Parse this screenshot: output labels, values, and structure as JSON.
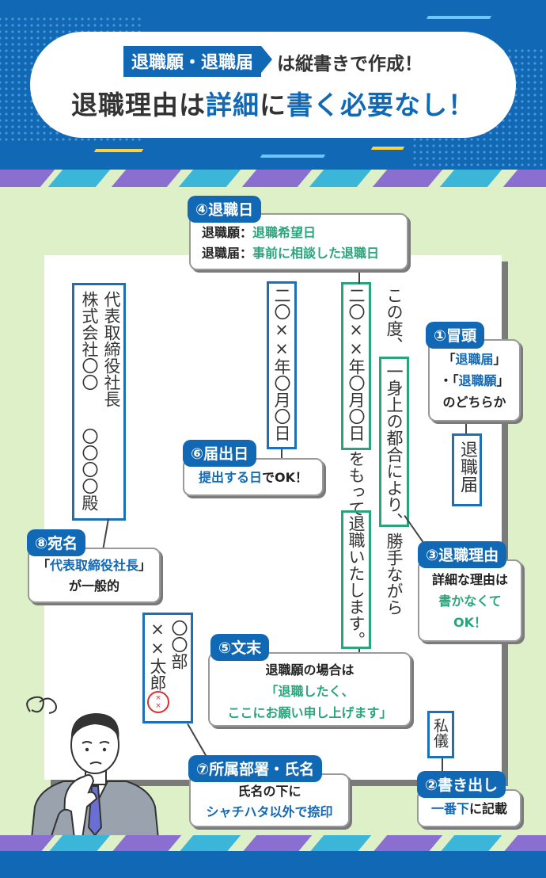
{
  "header": {
    "tag": "退職願・退職届",
    "line1_rest": "は縦書きで作成！",
    "line2_a": "退職理由は",
    "line2_b": "詳細",
    "line2_c": "に",
    "line2_d": "書く必要なし！"
  },
  "letter": {
    "company": "株式会社〇〇",
    "president": "代表取締役社長",
    "president_name": "〇〇〇〇殿",
    "date_submit": "二〇××年〇月〇日",
    "date_leave": "二〇××年〇月〇日",
    "phrase_a": "をもって",
    "phrase_b": "退職いたします。",
    "opening": "この度、",
    "reason": "一身上の都合により、",
    "reason_tail": "勝手ながら",
    "title": "退職届",
    "self": "私儀",
    "dept": "〇〇部",
    "name": "××太郎",
    "seal": "××"
  },
  "callouts": {
    "c1": {
      "label": "①冒頭",
      "l1a": "「",
      "l1b": "退職届",
      "l1c": "」",
      "l2a": "・「",
      "l2b": "退職願",
      "l2c": "」",
      "l3": "のどちらか"
    },
    "c2": {
      "label": "②書き出し",
      "a": "一番下",
      "b": "に記載"
    },
    "c3": {
      "label": "③退職理由",
      "l1": "詳細な理由は",
      "l2": "書かなくて",
      "l3": "OK！"
    },
    "c4": {
      "label": "④退職日",
      "r1k": "退職願：",
      "r1v": "退職希望日",
      "r2k": "退職届：",
      "r2v": "事前に相談した退職日"
    },
    "c5": {
      "label": "⑤文末",
      "l1": "退職願の場合は",
      "l2": "「退職したく、",
      "l3": "ここにお願い申し上げます」"
    },
    "c6": {
      "label": "⑥届出日",
      "a": "提出する日",
      "b": "でOK！"
    },
    "c7": {
      "label": "⑦所属部署・氏名",
      "l1": "氏名の下に",
      "l2": "シャチハタ以外で捺印"
    },
    "c8": {
      "label": "⑧宛名",
      "l1a": "「",
      "l1b": "代表取締役社長",
      "l1c": "」",
      "l2": "が一般的"
    }
  },
  "colors": {
    "blue": "#1169b6",
    "green": "#2aa57b",
    "bg": "#ddf0c8"
  }
}
